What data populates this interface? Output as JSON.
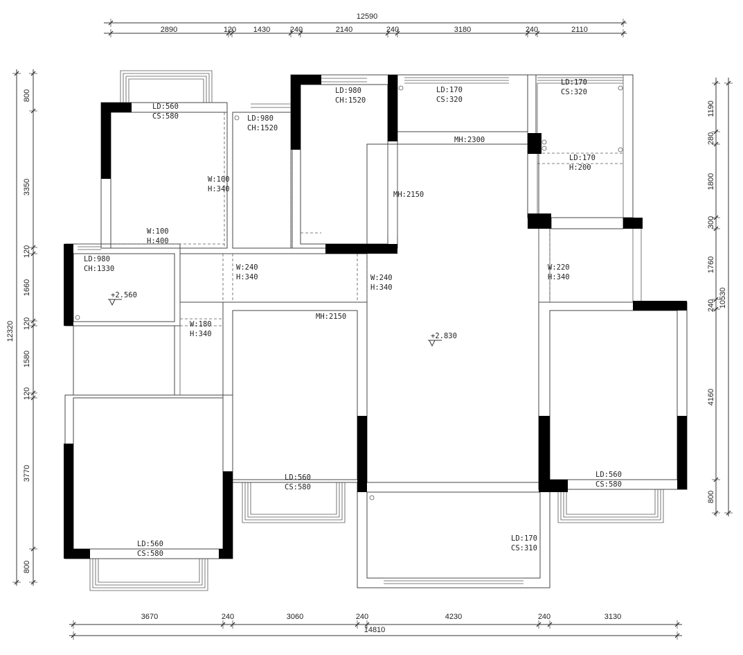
{
  "dimensions": {
    "top_total": "12590",
    "top_segments": [
      "2890",
      "120",
      "1430",
      "240",
      "2140",
      "240",
      "3180",
      "240",
      "2110"
    ],
    "bottom_total": "14810",
    "bottom_segments": [
      "3670",
      "240",
      "3060",
      "240",
      "4230",
      "240",
      "3130"
    ],
    "left_total": "12320",
    "left_segments": [
      "800",
      "3350",
      "120",
      "1660",
      "120",
      "1580",
      "120",
      "3770",
      "800"
    ],
    "right_total": "10530",
    "right_segments": [
      "1190",
      "280",
      "1800",
      "300",
      "1760",
      "240",
      "4160",
      "800"
    ]
  },
  "annotations": [
    {
      "id": "a1",
      "lines": [
        "LD:560",
        "CS:580"
      ]
    },
    {
      "id": "a2",
      "lines": [
        "LD:980",
        "CH:1520"
      ]
    },
    {
      "id": "a3",
      "lines": [
        "LD:980",
        "CH:1520"
      ]
    },
    {
      "id": "a4",
      "lines": [
        "LD:170",
        "CS:320"
      ]
    },
    {
      "id": "a5",
      "lines": [
        "LD:170",
        "CS:320"
      ]
    },
    {
      "id": "a6",
      "lines": [
        "MH:2300"
      ]
    },
    {
      "id": "a7",
      "lines": [
        "LD:170",
        "H:200"
      ]
    },
    {
      "id": "a8",
      "lines": [
        "W:100",
        "H:340"
      ]
    },
    {
      "id": "a9",
      "lines": [
        "MH:2150"
      ]
    },
    {
      "id": "a10",
      "lines": [
        "W:100",
        "H:400"
      ]
    },
    {
      "id": "a11",
      "lines": [
        "LD:980",
        "CH:1330"
      ]
    },
    {
      "id": "a12",
      "lines": [
        "W:240",
        "H:340"
      ]
    },
    {
      "id": "a13",
      "lines": [
        "W:240",
        "H:340"
      ]
    },
    {
      "id": "a14",
      "lines": [
        "W:220",
        "H:340"
      ]
    },
    {
      "id": "a15",
      "lines": [
        "W:180",
        "H:340"
      ]
    },
    {
      "id": "a16",
      "lines": [
        "MH:2150"
      ]
    },
    {
      "id": "a17",
      "lines": [
        "LD:560",
        "CS:580"
      ]
    },
    {
      "id": "a18",
      "lines": [
        "LD:560",
        "CS:580"
      ]
    },
    {
      "id": "a19",
      "lines": [
        "LD:170",
        "CS:310"
      ]
    },
    {
      "id": "a20",
      "lines": [
        "LD:560",
        "CS:580"
      ]
    }
  ],
  "levels": [
    {
      "id": "lv1",
      "text": "+2.560"
    },
    {
      "id": "lv2",
      "text": "+2.830"
    }
  ]
}
